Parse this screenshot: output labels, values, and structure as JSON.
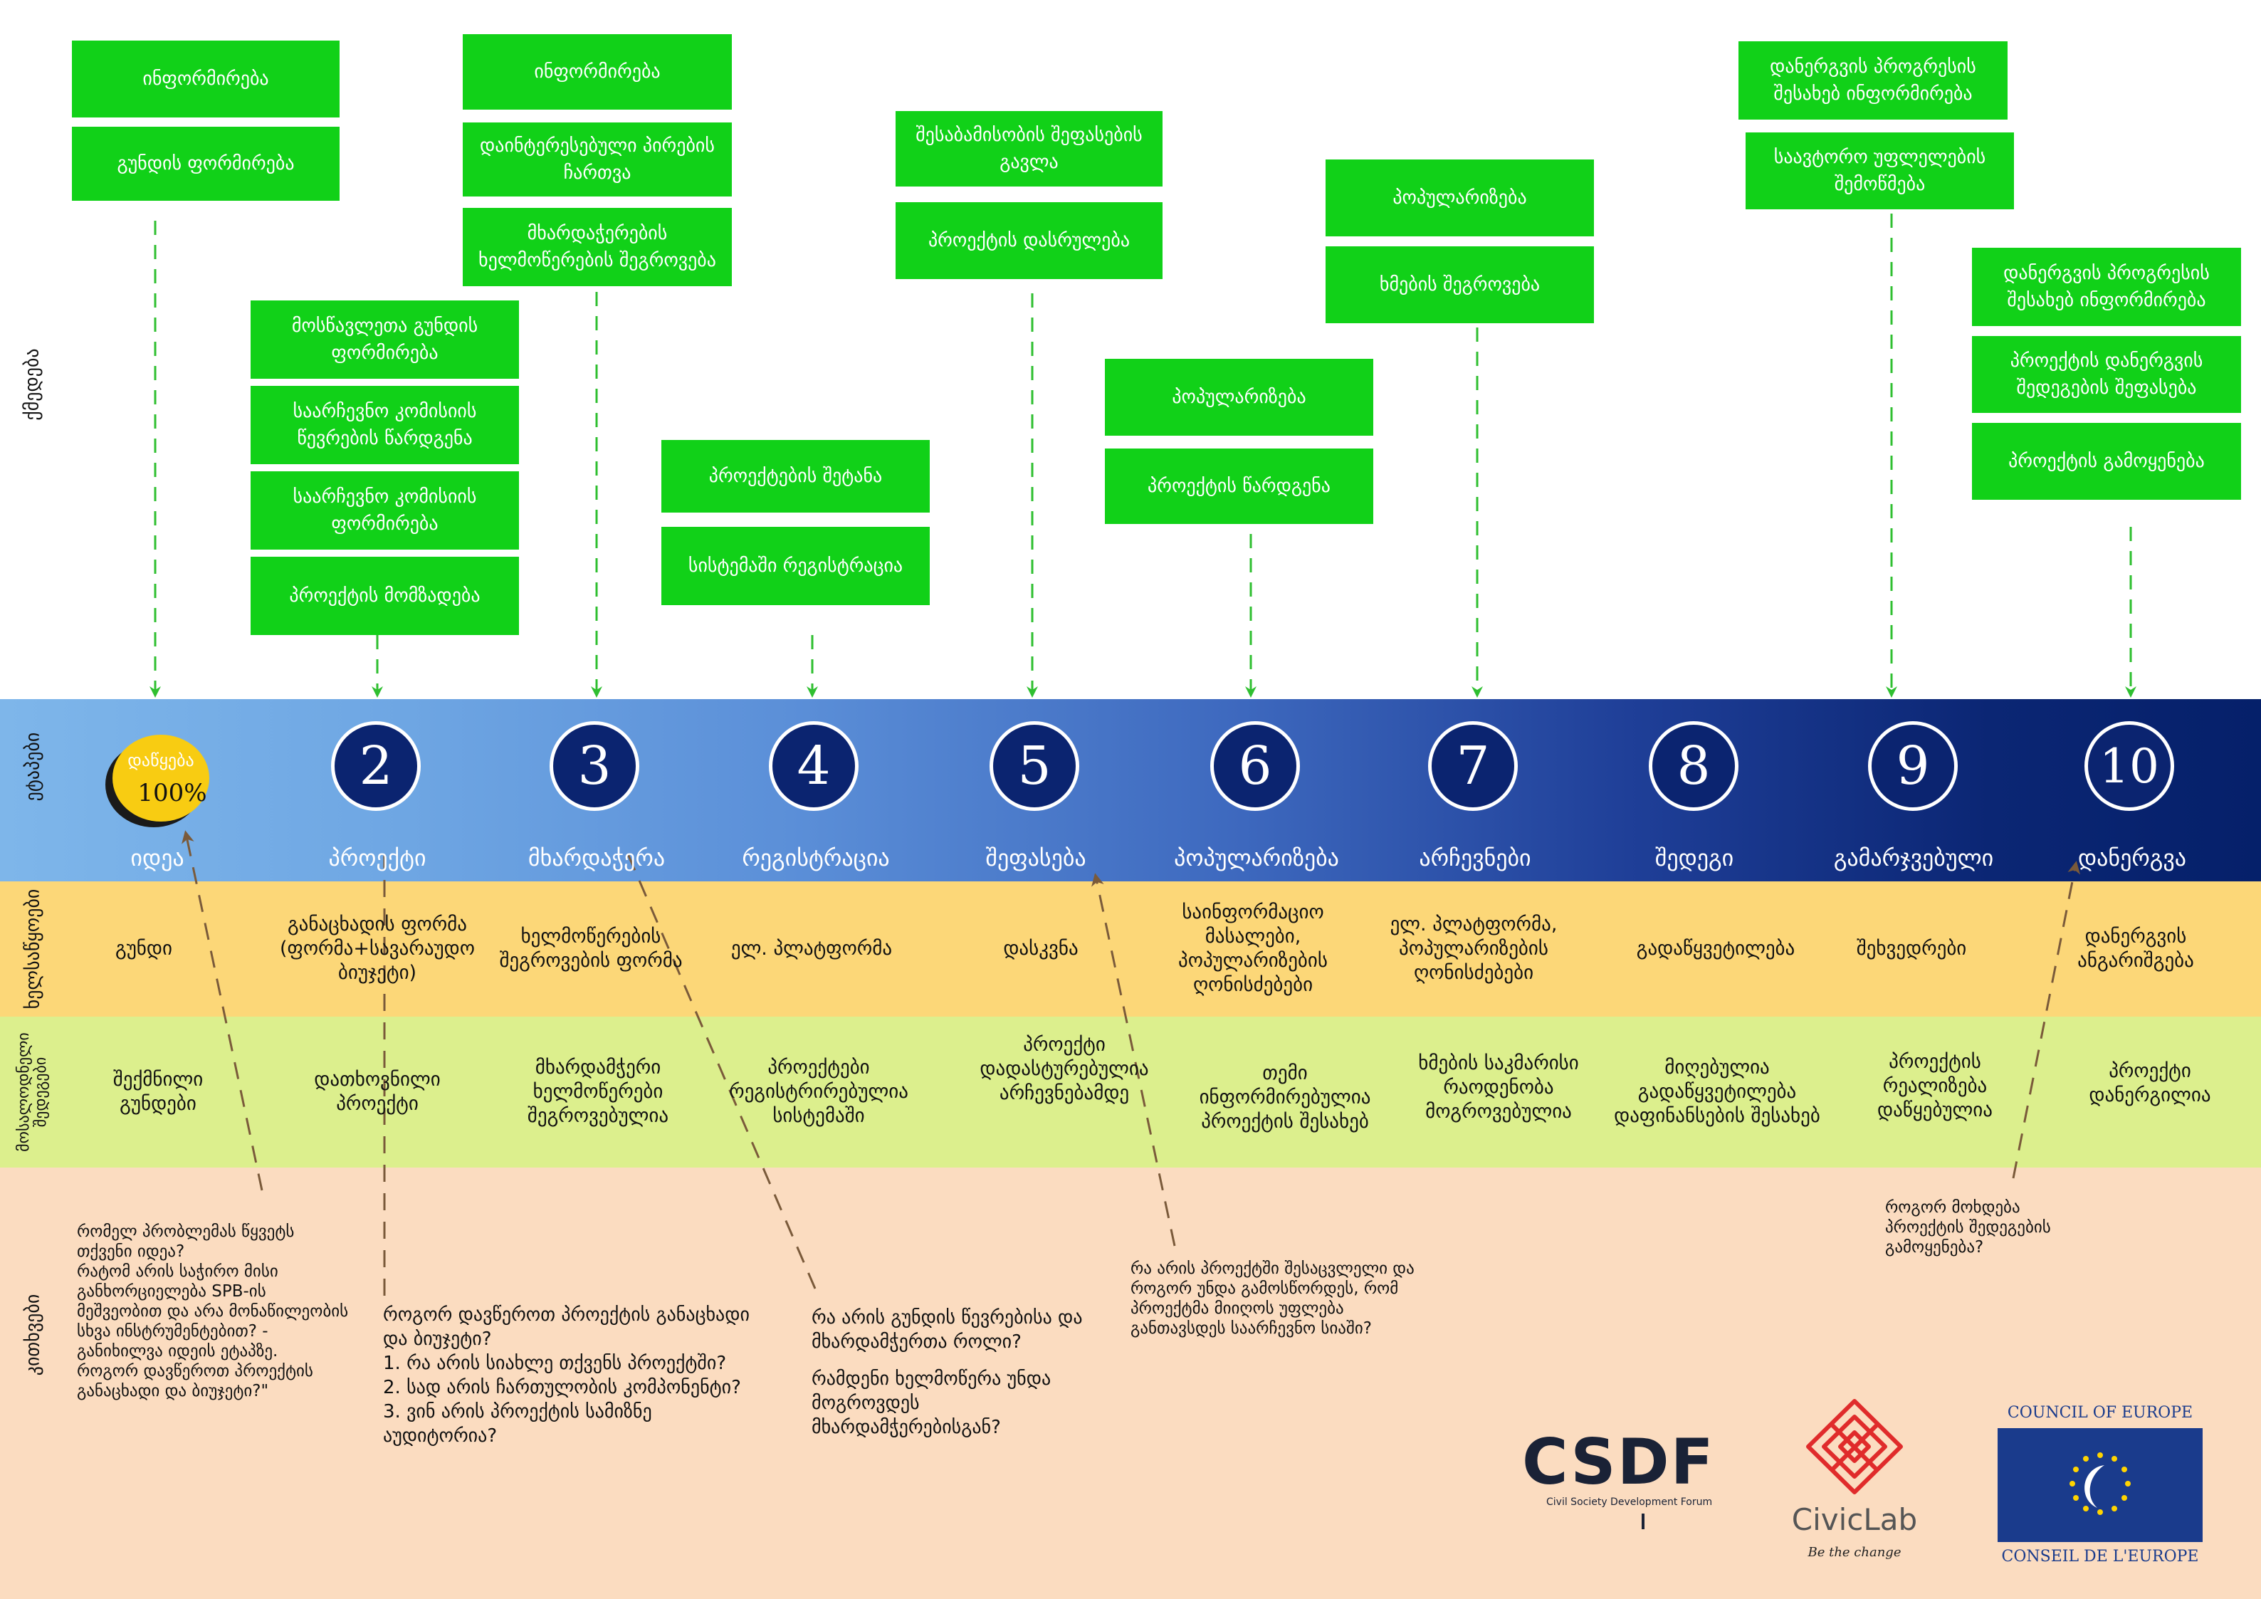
{
  "band_labels": {
    "actions": "ქმედება",
    "stages": "ეტაპები",
    "tools": "ხელსაწყოები",
    "results": "მოსალოდნელი შედეგები",
    "questions": "კითხვები"
  },
  "actions": {
    "col1": [
      "ინფორმირება",
      "გუნდის ფორმირება"
    ],
    "col2": [
      "მოსწავლეთა გუნდის ფორმირება",
      "საარჩევნო კომისიის წევრების წარდგენა",
      "საარჩევნო კომისიის ფორმირება",
      "პროექტის მომზადება"
    ],
    "col3": [
      "ინფორმირება",
      "დაინტერესებული პირების ჩართვა",
      "მხარდაჭერების ხელმოწერების შეგროვება"
    ],
    "col4": [
      "პროექტების შეტანა",
      "სისტემაში რეგისტრაცია"
    ],
    "col5": [
      "შესაბამისობის შეფასების გავლა",
      "პროექტის დასრულება"
    ],
    "col6": [
      "პოპულარიზება",
      "პროექტის წარდგენა"
    ],
    "col7": [
      "პოპულარიზება",
      "ხმების შეგროვება"
    ],
    "col9": [
      "დანერგვის პროგრესის შესახებ ინფორმირება",
      "საავტორო უფლელების შემოწმება"
    ],
    "col10": [
      "დანერგვის პროგრესის შესახებ ინფორმირება",
      "პროექტის დანერგვის შედეგების შეფასება",
      "პროექტის გამოყენება"
    ]
  },
  "stages": [
    {
      "num": "",
      "badge_top": "დაწყება",
      "badge_pct": "100%",
      "name": "იდეა"
    },
    {
      "num": "2",
      "name": "პროექტი"
    },
    {
      "num": "3",
      "name": "მხარდაჭერა"
    },
    {
      "num": "4",
      "name": "რეგისტრაცია"
    },
    {
      "num": "5",
      "name": "შეფასება"
    },
    {
      "num": "6",
      "name": "პოპულარიზება"
    },
    {
      "num": "7",
      "name": "არჩევნები"
    },
    {
      "num": "8",
      "name": "შედეგი"
    },
    {
      "num": "9",
      "name": "გამარჯვებული"
    },
    {
      "num": "10",
      "name": "დანერგვა"
    }
  ],
  "tools": [
    "გუნდი",
    "განაცხადის ფორმა (ფორმა+სავარაუდო ბიუჯეტი)",
    "ხელმოწერების შეგროვების ფორმა",
    "ელ. პლატფორმა",
    "დასკვნა",
    "საინფორმაციო მასალები, პოპულარიზების ღონისძებები",
    "ელ. პლატფორმა, პოპულარიზების ღონისძებები",
    "გადაწყვეტილება",
    "შეხვედრები",
    "დანერგვის ანგარიშგება"
  ],
  "results": [
    "შექმნილი გუნდები",
    "დათხოვნილი პროექტი",
    "მხარდამჭერი ხელმოწერები შეგროვებულია",
    "პროექტები რეგისტრირებულია სისტემაში",
    "პროექტი დადასტურებულია არჩევნებამდე",
    "თემი ინფორმირებულია პროექტის შესახებ",
    "ხმების საკმარისი რაოდენობა მოგროვებულია",
    "მიღებულია გადაწყვეტილება დაფინანსების შესახებ",
    "პროექტის რეალიზება დაწყებულია",
    "პროექტი დანერგილია"
  ],
  "questions": {
    "q1": [
      "რომელ პრობლემას წყვეტს თქვენი იდეა?",
      "რატომ არის საჭირო მისი განხორციელება SPB-ის მეშვეობით და არა მონაწილეობის სხვა ინსტრუმენტებით? - განიხილვა იდეის ეტაპზე.",
      "როგორ დავწეროთ პროექტის განაცხადი და ბიუჯეტი?\""
    ],
    "q2": [
      "როგორ დავწეროთ პროექტის განაცხადი და ბიუჯეტი?",
      "1. რა არის სიახლე თქვენს პროექტში?",
      "2. სად არის ჩართულობის კომპონენტი?",
      "3. ვინ არის პროექტის სამიზნე აუდიტორია?"
    ],
    "q3": [
      "რა არის გუნდის წევრებისა და მხარდამჭერთა როლი?",
      "რამდენი ხელმოწერა უნდა მოგროვდეს მხარდამჭერებისგან?"
    ],
    "q4": [
      "რა არის პროექტში შესაცვლელი და როგორ უნდა გამოსწორდეს, რომ პროექტმა მიიღოს უფლება განთავსდეს საარჩევნო სიაში?"
    ],
    "q5": [
      "როგორ მოხდება პროექტის შედეგების გამოყენება?"
    ]
  },
  "logos": {
    "csdf": "CSDF",
    "csdf_sub": "Civil Society Development Forum",
    "civiclab": "CivicLab",
    "civiclab_tag": "Be the change",
    "coe_top": "COUNCIL OF EUROPE",
    "coe_bottom": "CONSEIL DE L'EUROPE"
  },
  "colors": {
    "action_box": "#11d118",
    "stage_circle": "#0b2470",
    "badge_yellow": "#f8cc12",
    "tools_band": "#fcd778",
    "results_band": "#dcef8d",
    "questions_band": "#fbdcc0",
    "green_arrow": "#2fbf30",
    "brown_arrow": "#7a5a3a",
    "coe_blue": "#1a3b8c"
  }
}
